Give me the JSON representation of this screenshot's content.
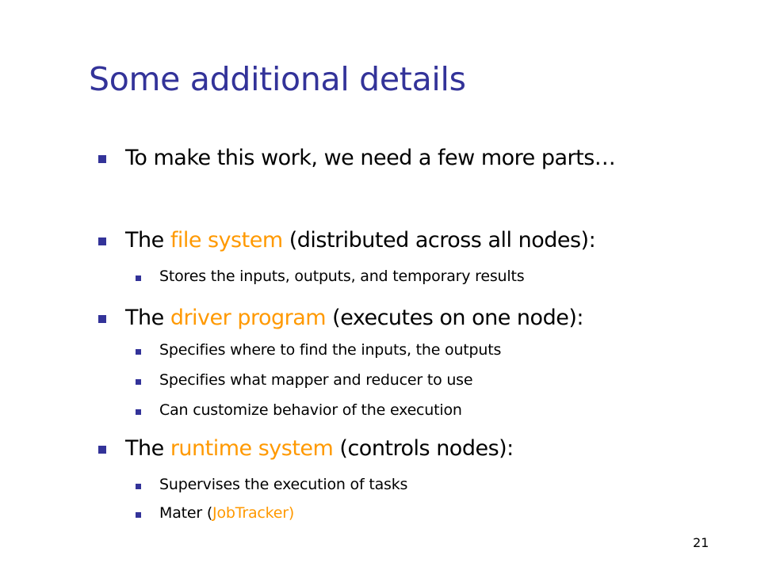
{
  "slide": {
    "title": "Some additional details",
    "page_number": "21",
    "colors": {
      "title": "#333399",
      "bullet": "#333399",
      "highlight": "#ff9900"
    },
    "bullets": {
      "b1": {
        "text": "To make this work, we need a few more parts…"
      },
      "b2": {
        "before": "The ",
        "highlight": "file system",
        "after": " (distributed across all nodes):",
        "sub": [
          "Stores the inputs, outputs, and temporary results"
        ]
      },
      "b3": {
        "before": "The ",
        "highlight": "driver program",
        "after": " (executes on one node):",
        "sub": [
          "Specifies where to find the inputs, the outputs",
          "Specifies what mapper and reducer to use",
          "Can customize behavior of the execution"
        ]
      },
      "b4": {
        "before": "The ",
        "highlight": "runtime system",
        "after": " (controls nodes):",
        "sub": [
          "Supervises the execution of tasks"
        ],
        "sub_last": {
          "before": "Mater (",
          "highlight": "JobTracker)"
        }
      }
    }
  }
}
